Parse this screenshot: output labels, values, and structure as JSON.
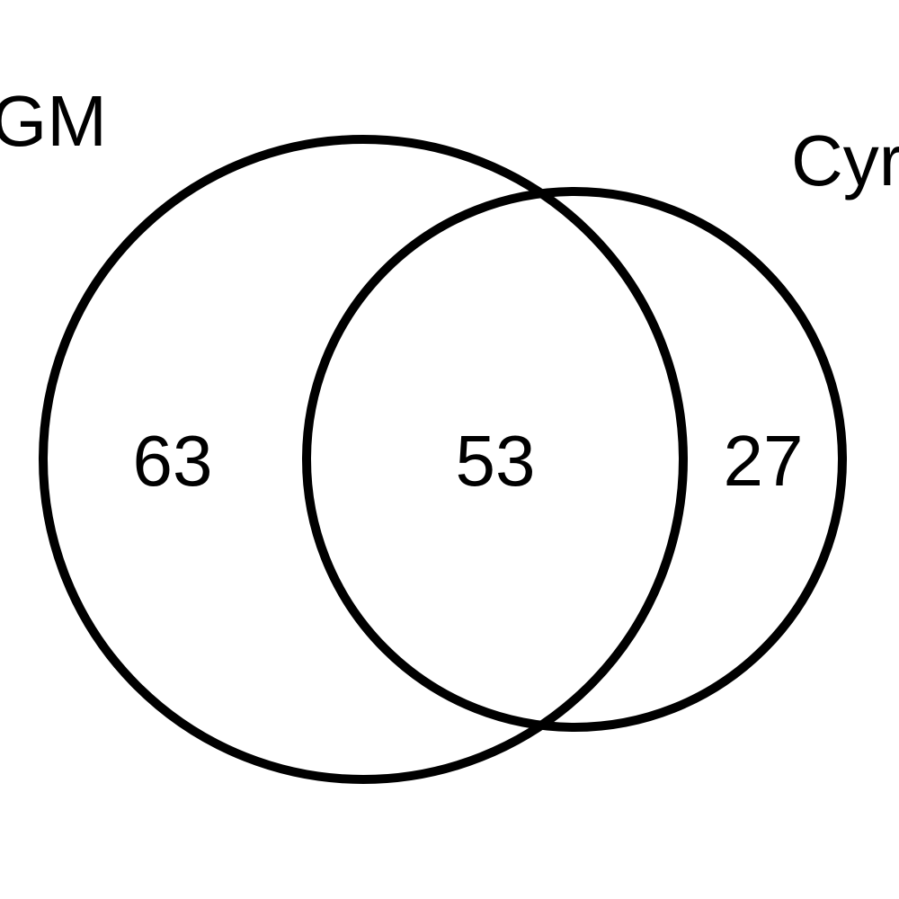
{
  "diagram": {
    "type": "venn",
    "colors": {
      "stroke": "#000000",
      "text": "#000000",
      "background": "#ffffff"
    },
    "sets": [
      {
        "label": "GM"
      },
      {
        "label": "Cyr"
      }
    ],
    "regions": {
      "only_first": "63",
      "intersection": "53",
      "only_second": "27"
    }
  }
}
